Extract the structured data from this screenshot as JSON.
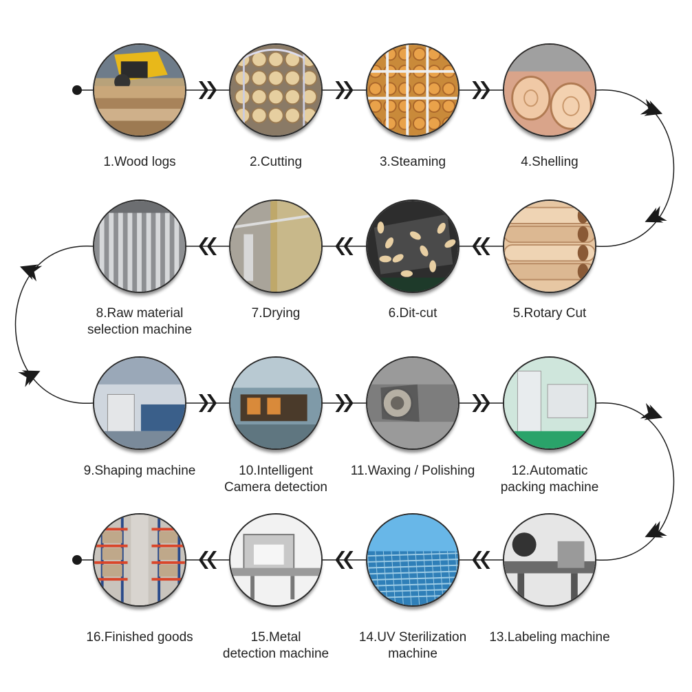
{
  "steps": [
    {
      "label": "1.Wood logs",
      "image": "wood-logs-photo"
    },
    {
      "label": "2.Cutting",
      "image": "cut-logs-photo"
    },
    {
      "label": "3.Steaming",
      "image": "steaming-photo"
    },
    {
      "label": "4.Shelling",
      "image": "shelling-photo"
    },
    {
      "label": "5.Rotary Cut",
      "image": "rotary-cut-photo"
    },
    {
      "label": "6.Dit-cut",
      "image": "die-cut-photo"
    },
    {
      "label": "7.Drying",
      "image": "drying-photo"
    },
    {
      "label": "8.Raw material\nselection machine",
      "image": "selection-machine-photo"
    },
    {
      "label": "9.Shaping machine",
      "image": "shaping-machine-photo"
    },
    {
      "label": "10.Intelligent\nCamera detection",
      "image": "camera-detection-photo"
    },
    {
      "label": "11.Waxing / Polishing",
      "image": "polishing-photo"
    },
    {
      "label": "12.Automatic\npacking machine",
      "image": "packing-machine-photo"
    },
    {
      "label": "13.Labeling machine",
      "image": "labeling-machine-photo"
    },
    {
      "label": "14.UV Sterilization\nmachine",
      "image": "uv-sterilization-photo"
    },
    {
      "label": "15.Metal\ndetection machine",
      "image": "metal-detection-photo"
    },
    {
      "label": "16.Finished goods",
      "image": "warehouse-photo"
    }
  ],
  "colors": {
    "line": "#1a1a1a",
    "border": "#2a2a2a",
    "text": "#222222"
  },
  "icons": {
    "connector": "double-chevron-arrow-icon",
    "endpoint": "dot-icon"
  }
}
